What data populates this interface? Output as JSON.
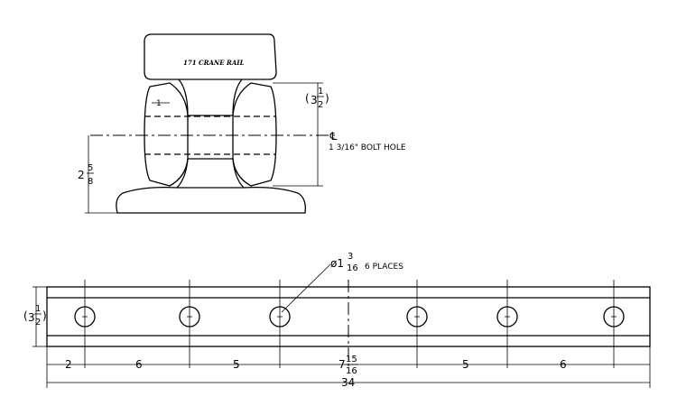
{
  "section_view": {
    "rail_title": "171 CRANE RAIL",
    "web_dim": "1",
    "plate_height": {
      "whole": "3",
      "num": "1",
      "den": "2",
      "open": "(",
      "close": ")"
    },
    "centerline_symbol": "℄",
    "bolt_hole_note": "1 3/16\" BOLT HOLE",
    "hole_height": {
      "whole": "2",
      "num": "5",
      "den": "8"
    }
  },
  "plan_view": {
    "hole_callout": {
      "prefix": "ø1",
      "num": "3",
      "den": "16",
      "suffix": "6 PLACES"
    },
    "plate_height": {
      "whole": "3",
      "num": "1",
      "den": "2",
      "open": "(",
      "close": ")"
    },
    "spacings": [
      "2",
      "6",
      "5",
      "5",
      "6"
    ],
    "center_gap": {
      "whole": "7",
      "num": "15",
      "den": "16"
    },
    "overall_length": "34"
  }
}
